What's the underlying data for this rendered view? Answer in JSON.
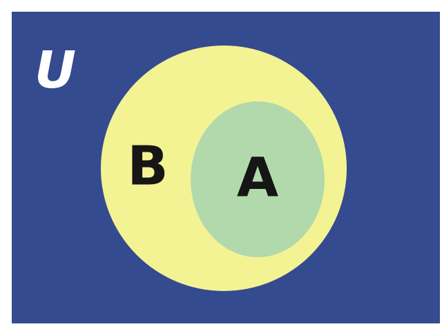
{
  "diagram": {
    "type": "venn-subset",
    "universe": {
      "label": "U",
      "color": "#354b8f"
    },
    "sets": [
      {
        "id": "B",
        "label": "B",
        "color": "#f4f393",
        "contains": []
      },
      {
        "id": "A",
        "label": "A",
        "color": "#b2d9ac",
        "contains": [],
        "subset_of": "B"
      }
    ],
    "label_color": "#161616",
    "universe_label_color": "#ffffff"
  }
}
